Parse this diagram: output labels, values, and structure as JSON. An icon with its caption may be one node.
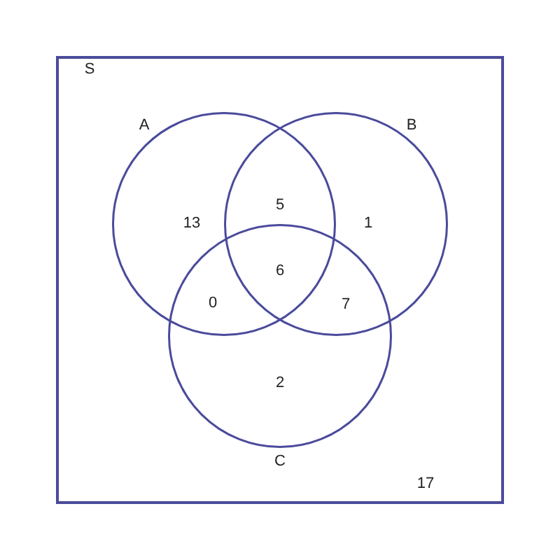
{
  "diagram": {
    "nodes": [
      {
        "text": [
          "S"
        ]
      },
      {
        "text": [
          "A"
        ],
        "in": 0
      },
      {
        "text": [
          "B"
        ],
        "in": 0
      },
      {
        "text": [
          "C"
        ],
        "in": 0
      }
    ],
    "labels": [
      "5",
      "13",
      "1",
      "6",
      "0",
      "7",
      "2",
      "17"
    ]
  }
}
